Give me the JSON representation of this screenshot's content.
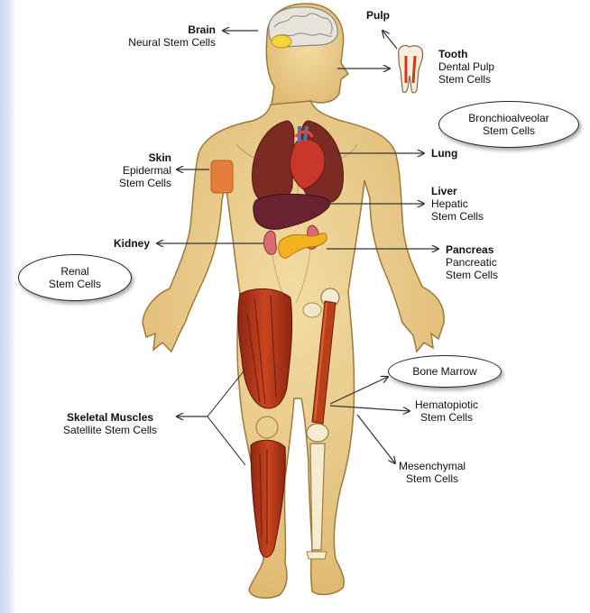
{
  "labels": {
    "brain": {
      "title": "Brain",
      "sub": "Neural Stem Cells"
    },
    "pulp": {
      "title": "Pulp"
    },
    "tooth": {
      "title": "Tooth",
      "sub1": "Dental Pulp",
      "sub2": "Stem Cells"
    },
    "bronchio": {
      "line1": "Bronchioalveolar",
      "line2": "Stem Cells"
    },
    "skin": {
      "title": "Skin",
      "sub1": "Epidermal",
      "sub2": "Stem Cells"
    },
    "lung": {
      "title": "Lung"
    },
    "liver": {
      "title": "Liver",
      "sub1": "Hepatic",
      "sub2": "Stem Cells"
    },
    "kidney": {
      "title": "Kidney"
    },
    "pancreas": {
      "title": "Pancreas",
      "sub1": "Pancreatic",
      "sub2": "Stem Cells"
    },
    "renal": {
      "line1": "Renal",
      "line2": "Stem Cells"
    },
    "bone_marrow": {
      "line1": "Bone Marrow"
    },
    "hematopoietic": {
      "line1": "Hematopiotic",
      "line2": "Stem Cells"
    },
    "skeletal": {
      "title": "Skeletal Muscles",
      "sub": "Satellite Stem Cells"
    },
    "mesenchymal": {
      "line1": "Mesenchymal",
      "line2": "Stem Cells"
    }
  },
  "colors": {
    "skin": "#e9cd8e",
    "skin_outline": "#9c7a3e",
    "muscle": "#b4321a",
    "organ": "#7a2a22",
    "bone": "#f4ecd0",
    "pancreas": "#f2b11f"
  }
}
